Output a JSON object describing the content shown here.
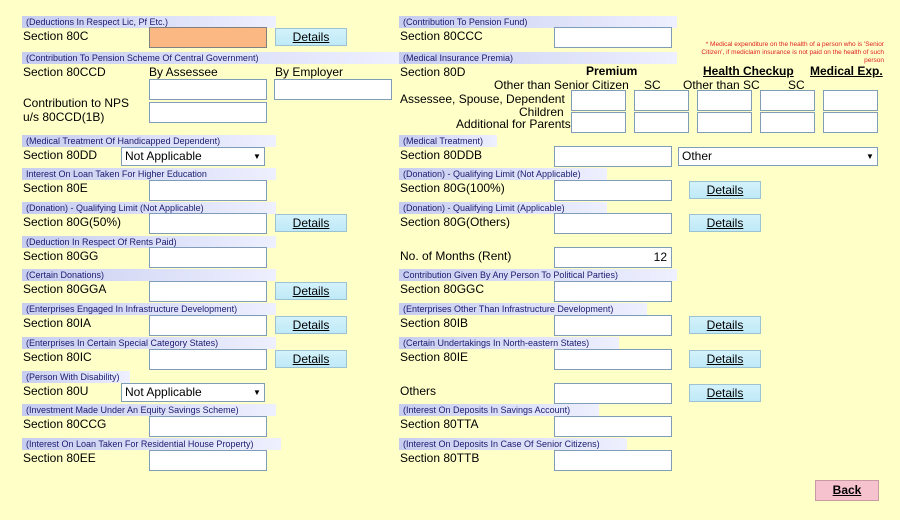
{
  "captions": {
    "c80c": "(Deductions In Respect Lic, Pf Etc.)",
    "c80ccd": "(Contribution To Pension Scheme Of Central Government)",
    "c80dd": "(Medical Treatment Of Handicapped Dependent)",
    "c80e": "Interest On Loan Taken For Higher Education",
    "c80g50": "(Donation) - Qualifying Limit (Not Applicable)",
    "c80gg": "(Deduction In Respect Of Rents Paid)",
    "c80gga": "(Certain Donations)",
    "c80ia": "(Enterprises Engaged In Infrastructure Development)",
    "c80ic": "(Enterprises In Certain Special Category States)",
    "c80u": "(Person With Disability)",
    "c80ccg": "(Investment Made Under An Equity Savings Scheme)",
    "c80ee": "(Interest On Loan Taken For Residential House Property)",
    "c80ccc": "(Contribution To Pension Fund)",
    "c80d": "(Medical Insurance Premia)",
    "c80ddb": "(Medical Treatment)",
    "c80g100": "(Donation) - Qualifying Limit (Not Applicable)",
    "c80gothers": "(Donation) - Qualifying Limit (Applicable)",
    "c80ggc": "Contribution Given By Any Person To Political Parties)",
    "c80ib": "(Enterprises Other Than Infrastructure Development)",
    "c80ie": "(Certain Undertakings In North-eastern States)",
    "c80tta": "(Interest On Deposits In Savings Account)",
    "c80ttb": "(Interest On Deposits In Case Of Senior Citizens)"
  },
  "labels": {
    "s80c": "Section 80C",
    "s80ccd": "Section 80CCD",
    "by_assessee": "By Assessee",
    "by_employer": "By Employer",
    "nps1": "Contribution to NPS",
    "nps2": "u/s 80CCD(1B)",
    "s80dd": "Section 80DD",
    "s80e": "Section 80E",
    "s80g50": "Section 80G(50%)",
    "s80gg": "Section 80GG",
    "s80gga": "Section 80GGA",
    "s80ia": "Section 80IA",
    "s80ic": "Section 80IC",
    "s80u": "Section 80U",
    "s80ccg": "Section 80CCG",
    "s80ee": "Section 80EE",
    "s80ccc": "Section 80CCC",
    "s80d": "Section 80D",
    "s80ddb": "Section 80DDB",
    "s80g100": "Section 80G(100%)",
    "s80gothers": "Section 80G(Others)",
    "months_rent": "No. of Months (Rent)",
    "s80ggc": "Section 80GGC",
    "s80ib": "Section 80IB",
    "s80ie": "Section 80IE",
    "others": "Others",
    "s80tta": "Section 80TTA",
    "s80ttb": "Section 80TTB"
  },
  "medical": {
    "premium": "Premium",
    "health_checkup": "Health Checkup",
    "medical_exp": "Medical Exp.",
    "other_than_senior": "Other than Senior Citizen",
    "sc1": "SC",
    "other_than_sc": "Other than SC",
    "sc2": "SC",
    "row1": "Assessee, Spouse, Dependent",
    "row2a": "Children",
    "row2b": "Additional for Parents",
    "note": "* Medical expenditure on the health of a person who is 'Senior Citizen', if mediclaim insurance is not paid on the health of such person"
  },
  "buttons": {
    "details": "Details",
    "back": "Back"
  },
  "selects": {
    "s80dd": "Not Applicable",
    "s80u": "Not Applicable",
    "s80ddb": "Other"
  },
  "values": {
    "months_rent": "12"
  }
}
